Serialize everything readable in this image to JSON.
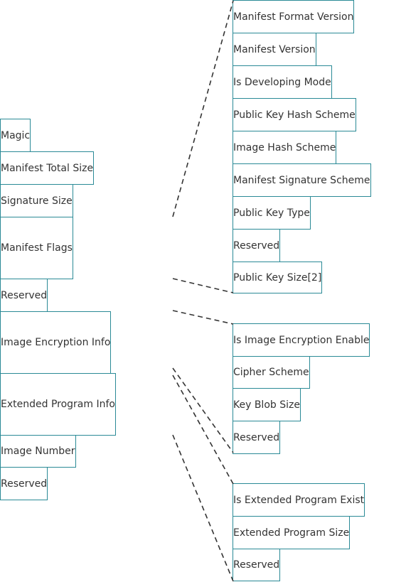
{
  "main_structure": {
    "fields": [
      "Magic",
      "Manifest Total Size",
      "Signature Size",
      "Manifest Flags",
      "Reserved",
      "Image Encryption Info",
      "Extended Program Info",
      "Image Number",
      "Reserved"
    ]
  },
  "manifest_flags": {
    "fields": [
      "Manifest Format Version",
      "Manifest Version",
      "Is Developing Mode",
      "Public Key Hash Scheme",
      "Image Hash Scheme",
      "Manifest Signature Scheme",
      "Public Key Type",
      "Reserved",
      "Public Key Size[2]"
    ]
  },
  "image_encryption_info": {
    "fields": [
      "Is Image Encryption Enable",
      "Cipher Scheme",
      "Key Blob Size",
      "Reserved"
    ]
  },
  "extended_program_info": {
    "fields": [
      "Is Extended Program Exist",
      "Extended Program Size",
      "Reserved"
    ]
  },
  "colors": {
    "box_border": "#2a8a96",
    "text": "#333333",
    "connector": "#333333"
  }
}
